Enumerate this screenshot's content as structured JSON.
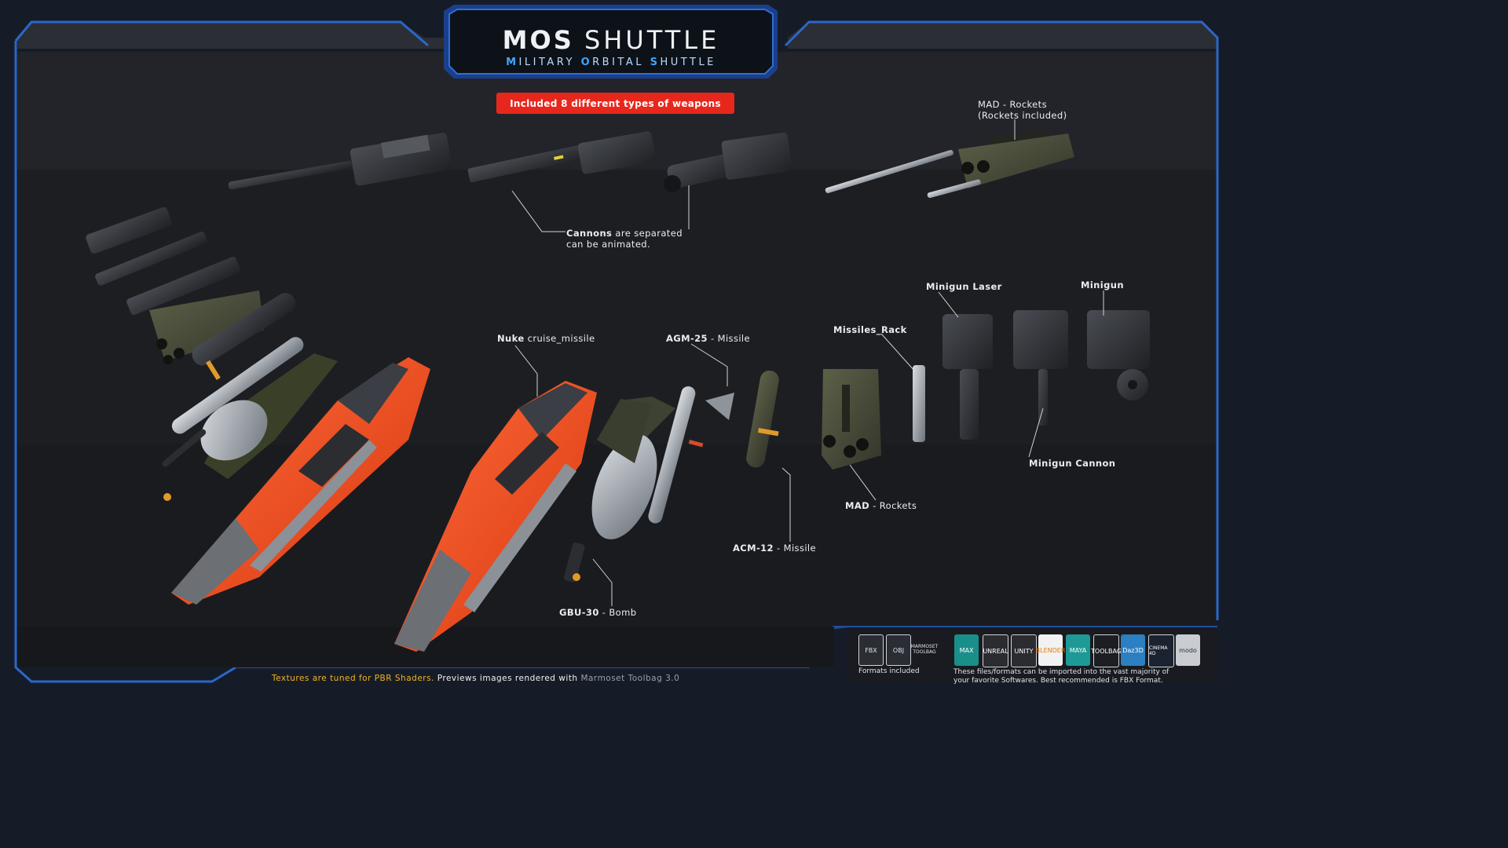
{
  "header": {
    "title_bold": "MOS",
    "title_thin": "SHUTTLE",
    "subtitle": "MILITARY ORBITAL SHUTTLE"
  },
  "badge": "Included 8 different types of weapons",
  "labels": {
    "mad_rockets_top_1": "MAD - Rockets",
    "mad_rockets_top_2": "(Rockets included)",
    "cannons_bold": "Cannons",
    "cannons_rest": " are separated",
    "cannons_line2": "can be animated.",
    "minigun_laser": "Minigun Laser",
    "minigun": "Minigun",
    "missiles_rack": "Missiles_Rack",
    "nuke_bold": "Nuke",
    "nuke_rest": " cruise_missile",
    "agm_bold": "AGM-25",
    "agm_rest": " - Missile",
    "minigun_cannon": "Minigun Cannon",
    "mad_rockets_bold": "MAD",
    "mad_rockets_rest": " - Rockets",
    "acm_bold": "ACM-12",
    "acm_rest": " - Missile",
    "gbu_bold": "GBU-30",
    "gbu_rest": " - Bomb"
  },
  "footer": {
    "part1": "Textures are tuned for PBR Shaders.",
    "part2": " Previews images rendered with ",
    "part3": "Marmoset Toolbag 3.0"
  },
  "formats": {
    "caption": "Formats included",
    "items": [
      "FBX",
      "OBJ",
      "MARMOSET TOOLBAG"
    ]
  },
  "software": {
    "caption_line1": "These files/formats can be imported into the vast majority of",
    "caption_line2": "your favorite Softwares. Best recommended is FBX Format.",
    "items": [
      "MAX",
      "UNREAL",
      "UNITY",
      "BLENDER",
      "MAYA",
      "TOOLBAG",
      "Daz3D",
      "CINEMA 4D",
      "modo"
    ]
  },
  "colors": {
    "accent_blue": "#3ea6ff",
    "badge_red": "#e8271c",
    "shuttle_orange": "#ff4b1f",
    "footer_yellow": "#f2b326"
  }
}
